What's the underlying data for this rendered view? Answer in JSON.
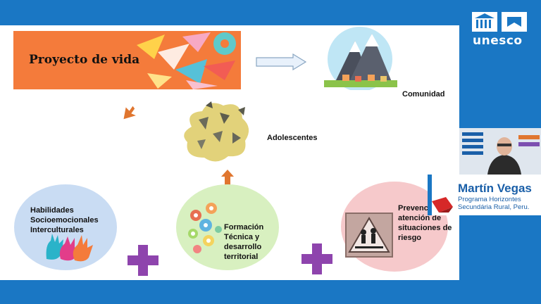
{
  "slide": {
    "banner_title": "Proyecto de vida",
    "comunidad": "Comunidad",
    "adolescentes": "Adolescentes",
    "circles": [
      {
        "label": "Habilidades Socioemocionales Interculturales"
      },
      {
        "label": "Formación Técnica y desarrollo territorial"
      },
      {
        "label": "Prevención y atención de situaciones de riesgo"
      }
    ],
    "plus_color": "#8e44ad",
    "arrow_color": "#e0762f"
  },
  "logo": {
    "text": "unesco"
  },
  "presenter": {
    "name": "Martín Vegas",
    "role": "Programa Horizontes Secundária Rural, Peru."
  },
  "colors": {
    "frame": "#1a77c4",
    "banner": "#f47b3b"
  }
}
